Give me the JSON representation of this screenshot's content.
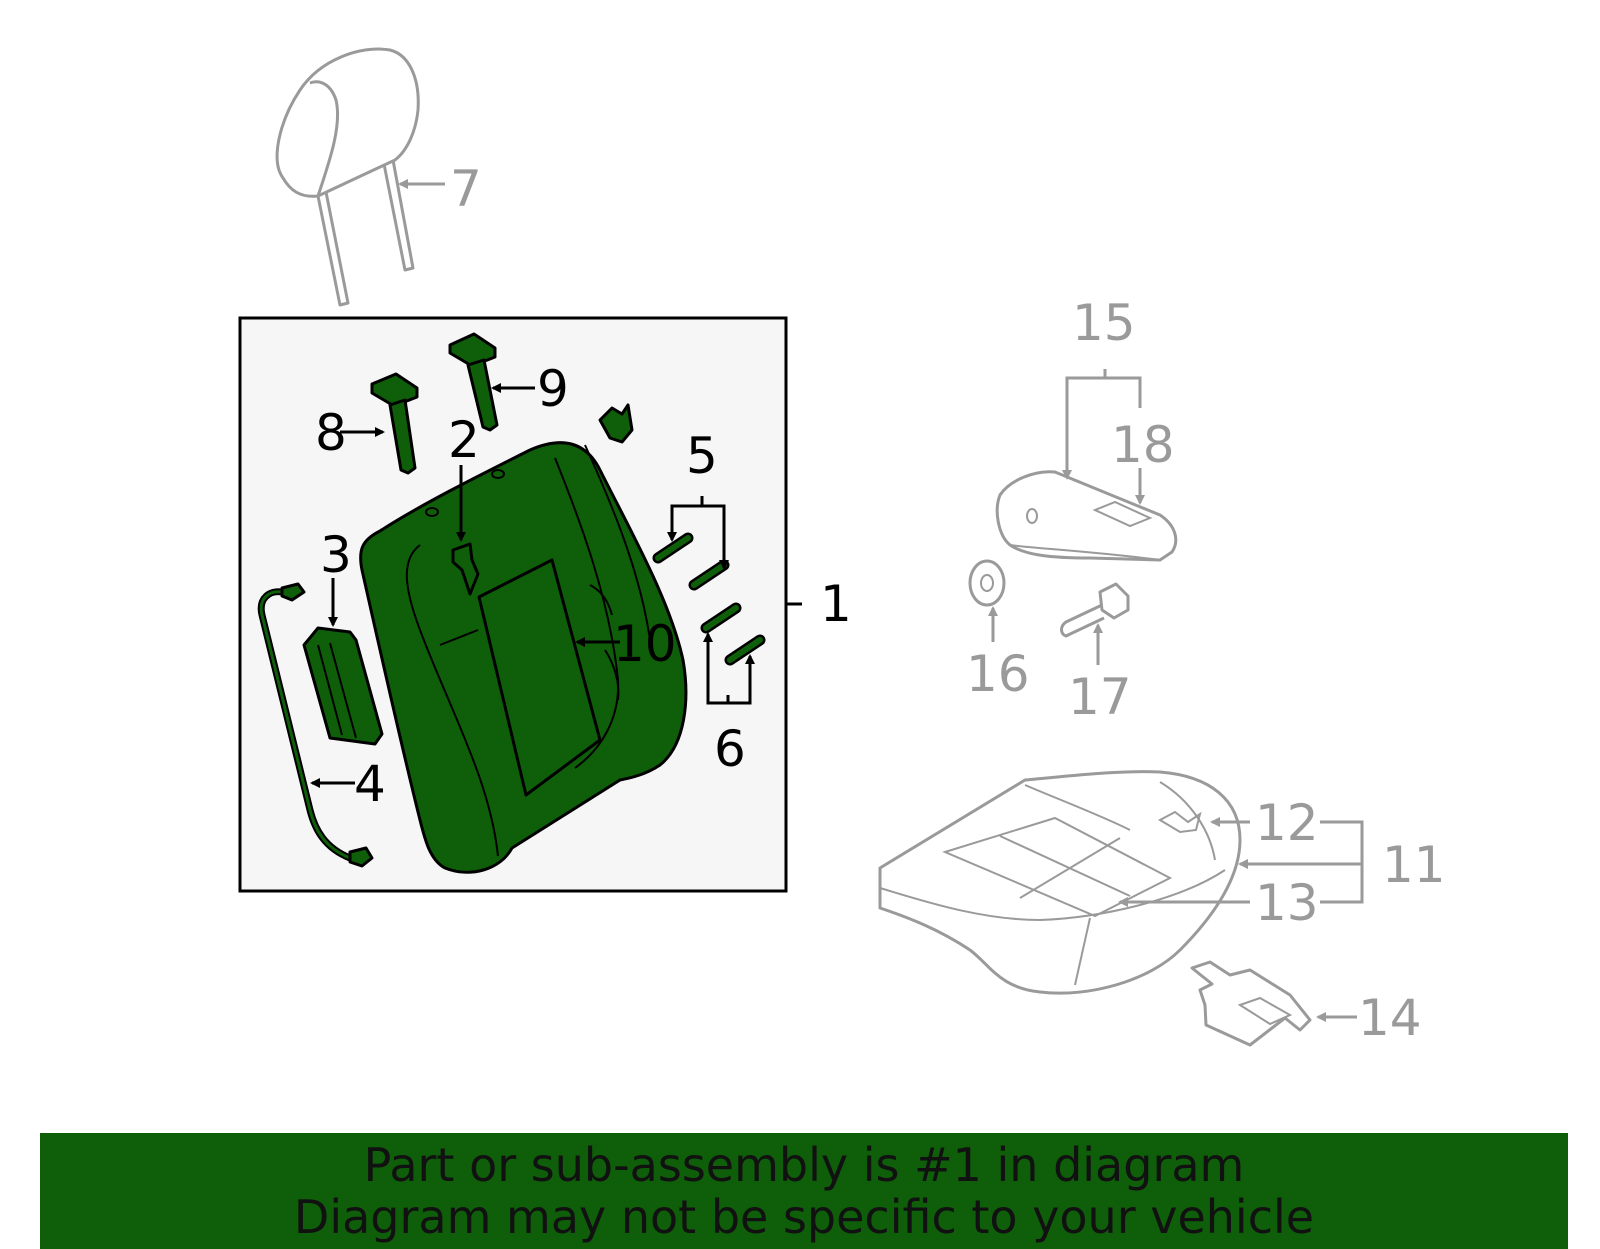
{
  "callouts": {
    "c1": "1",
    "c2": "2",
    "c3": "3",
    "c4": "4",
    "c5": "5",
    "c6": "6",
    "c7": "7",
    "c8": "8",
    "c9": "9",
    "c10": "10",
    "c11": "11",
    "c12": "12",
    "c13": "13",
    "c14": "14",
    "c15": "15",
    "c16": "16",
    "c17": "17",
    "c18": "18"
  },
  "colors": {
    "highlight": "#0f5e0a",
    "gray_part": "#9a9a9a",
    "box_fill": "#f6f6f6"
  },
  "banner": {
    "line1": "Part or sub-assembly is #1 in diagram",
    "line2": "Diagram may not be specific to your vehicle"
  }
}
